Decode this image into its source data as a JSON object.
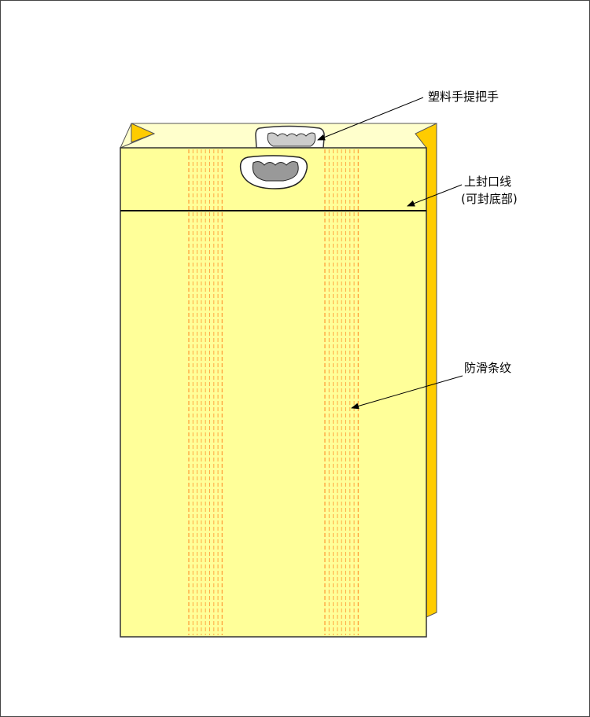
{
  "labels": {
    "handle": "塑料手提把手",
    "seal_line_1": "上封口线",
    "seal_line_2": "(可封底部)",
    "anti_slip": "防滑条纹"
  },
  "colors": {
    "front": "#ffff99",
    "back": "#ffffcc",
    "gusset": "#ffcc00",
    "stripe": "#ff9933",
    "handle_inner": "#999999"
  }
}
